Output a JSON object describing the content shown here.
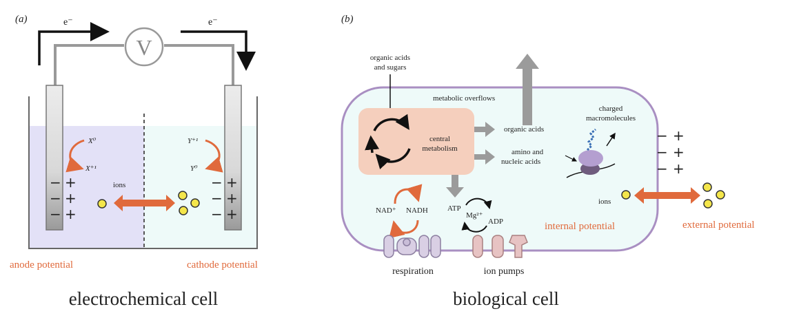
{
  "panel_a": {
    "label": "(a)",
    "electron_left": "e⁻",
    "electron_right": "e⁻",
    "voltmeter": "V",
    "x0": "X⁰",
    "x1": "X⁺¹",
    "y1": "Y⁺¹",
    "y0": "Y⁰",
    "ions": "ions",
    "anode_potential": "anode potential",
    "cathode_potential": "cathode potential",
    "caption": "electrochemical cell",
    "minus": "−",
    "plus": "+"
  },
  "panel_b": {
    "label": "(b)",
    "organic_acids_sugars_1": "organic acids",
    "organic_acids_sugars_2": "and sugars",
    "metabolic_overflows": "metabolic overflows",
    "central_metabolism_1": "central",
    "central_metabolism_2": "metabolism",
    "organic_acids": "organic acids",
    "amino_1": "amino and",
    "amino_2": "nucleic acids",
    "charged_1": "charged",
    "charged_2": "macromolecules",
    "nad": "NAD⁺",
    "nadh": "NADH",
    "atp": "ATP",
    "mg": "Mg²⁺",
    "adp": "ADP",
    "ions": "ions",
    "internal_potential": "internal potential",
    "external_potential": "external potential",
    "respiration": "respiration",
    "ion_pumps": "ion pumps",
    "caption": "biological cell",
    "minus": "−",
    "plus": "+"
  },
  "colors": {
    "orange": "#e06a3c",
    "anode_fill": "#e3e1f7",
    "cathode_fill": "#eefaf9",
    "cell_membrane": "#a98fc2",
    "cell_fill": "#eefaf9",
    "metabolism_fill": "#f5cfbd",
    "ion_yellow": "#f4e64b",
    "gray_arrow": "#9b9b9b"
  }
}
